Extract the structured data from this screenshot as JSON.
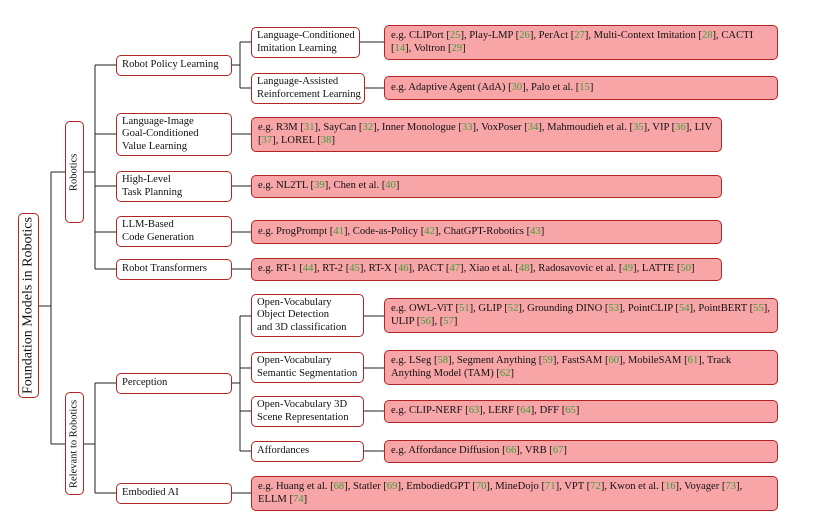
{
  "root": "Foundation Models in Robotics",
  "branches": [
    {
      "label": "Robotics"
    },
    {
      "label": "Relevant to Robotics"
    }
  ],
  "nodes": {
    "rpl": "Robot Policy Learning",
    "lcil": [
      "Language-Conditioned",
      "Imitation Learning"
    ],
    "larl": [
      "Language-Assisted",
      "Reinforcement Learning"
    ],
    "ligcvl": [
      "Language-Image",
      "Goal-Conditioned",
      "Value Learning"
    ],
    "hltp": [
      "High-Level",
      "Task Planning"
    ],
    "llmcg": [
      "LLM-Based",
      "Code Generation"
    ],
    "rt": "Robot Transformers",
    "perception": "Perception",
    "ovod": [
      "Open-Vocabulary",
      "Object Detection",
      "and 3D classification"
    ],
    "ovss": [
      "Open-Vocabulary",
      "Semantic Segmentation"
    ],
    "ov3d": [
      "Open-Vocabulary 3D",
      "Scene Representation"
    ],
    "afford": "Affordances",
    "embodied": "Embodied AI"
  },
  "leaves": {
    "lcil": "e.g. CLIPort [25], Play-LMP [26], PerAct [27], Multi-Context Imitation [28], CACTI [14], Voltron [29]",
    "larl": "e.g. Adaptive Agent (AdA) [30], Palo et al. [15]",
    "ligcvl": "e.g. R3M [31], SayCan [32], Inner Monologue [33], VoxPoser [34], Mahmoudieh et al. [35], VIP [36], LIV [37], LOREL [38]",
    "hltp": "e.g. NL2TL [39], Chen et al. [40]",
    "llmcg": "e.g. ProgPrompt [41], Code-as-Policy [42], ChatGPT-Robotics [43]",
    "rt": "e.g. RT-1 [44], RT-2 [45], RT-X [46], PACT [47], Xiao et al. [48], Radosavovic et al. [49], LATTE [50]",
    "ovod": "e.g. OWL-ViT [51], GLIP [52], Grounding DINO [53], PointCLIP [54], PointBERT [55], ULIP [56], [57]",
    "ovss": "e.g. LSeg [58], Segment Anything [59], FastSAM [60], MobileSAM [61], Track Anything Model (TAM) [62]",
    "ov3d": "e.g. CLIP-NERF [63], LERF [64], DFF [65]",
    "afford": "e.g. Affordance Diffusion [66], VRB [67]",
    "embodied": "e.g. Huang et al. [68], Statler [69], EmbodiedGPT [70], MineDojo [71], VPT [72], Kwon et al. [16], Voyager [73], ELLM [74]"
  },
  "colors": {
    "border": "#b32525",
    "leaf_fill": "#f8a5a8",
    "citation": "#3aa13a",
    "line": "#222222"
  }
}
